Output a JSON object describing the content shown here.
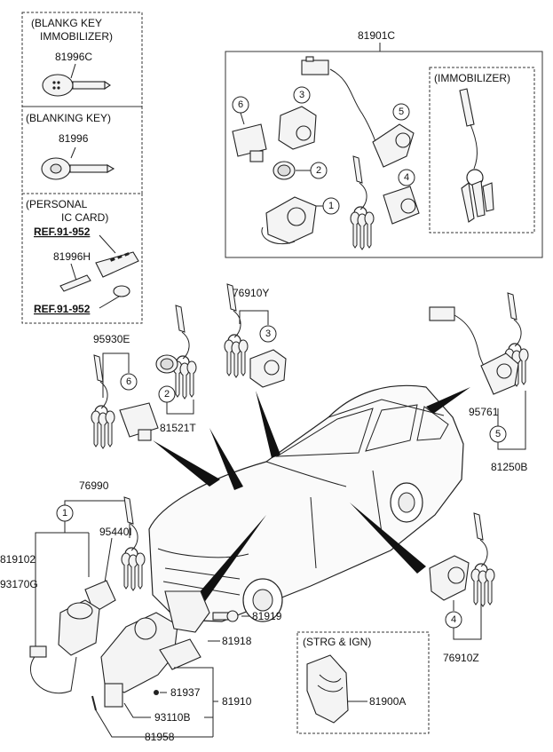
{
  "boxes": {
    "blank_key_immobilizer": {
      "title_line1": "(BLANKG KEY",
      "title_line2": "IMMOBILIZER)",
      "part": "81996C"
    },
    "blanking_key": {
      "title": "(BLANKING KEY)",
      "part": "81996"
    },
    "personal_ic_card": {
      "title_line1": "(PERSONAL",
      "title_line2": "IC CARD)",
      "ref_top": "REF.91-952",
      "part": "81996H",
      "ref_bottom": "REF.91-952"
    },
    "lock_set": {
      "part": "81901C",
      "immobilizer_title": "(IMMOBILIZER)"
    },
    "strg_ign": {
      "title": "(STRG & IGN)",
      "part": "81900A"
    }
  },
  "callout_numbers": [
    "1",
    "2",
    "3",
    "4",
    "5",
    "6"
  ],
  "labels": {
    "p95930E": "95930E",
    "p76910Y": "76910Y",
    "p81521T": "81521T",
    "p95761": "95761",
    "p81250B": "81250B",
    "p76990": "76990",
    "p819102": "819102",
    "p93170G": "93170G",
    "p95440I": "95440I",
    "p81919": "81919",
    "p81918": "81918",
    "p81937": "81937",
    "p81910": "81910",
    "p93110B": "93110B",
    "p81958": "81958",
    "p76910Z": "76910Z"
  }
}
